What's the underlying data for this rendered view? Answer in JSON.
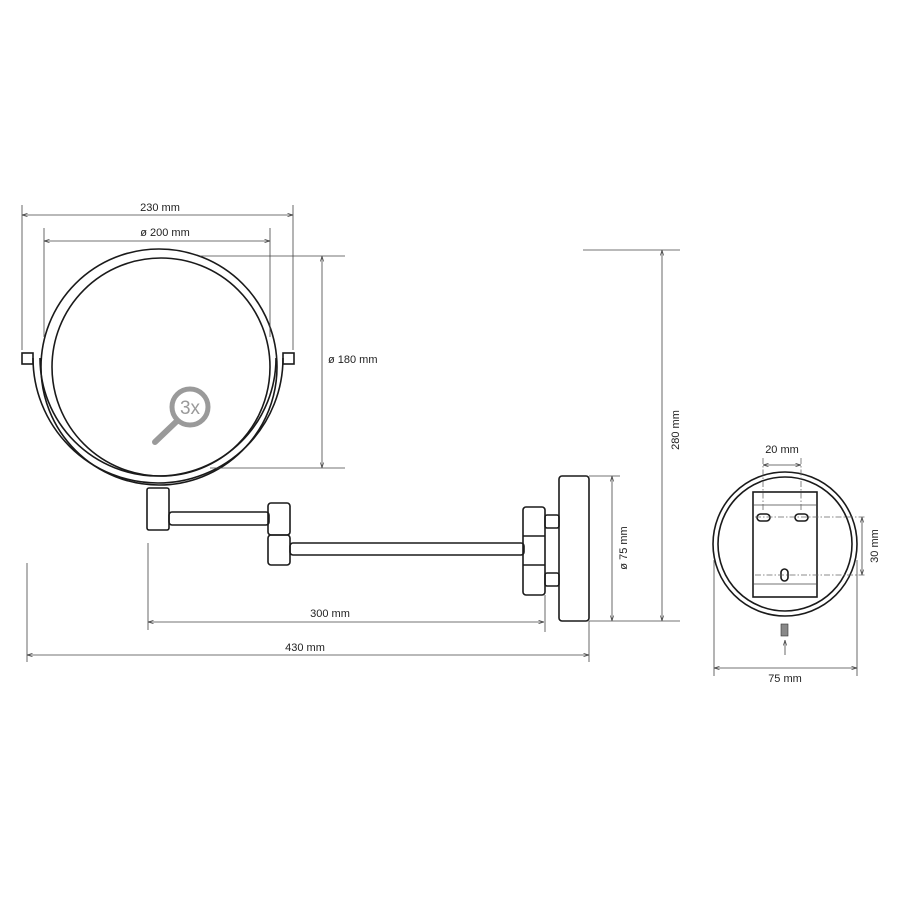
{
  "dimensions": {
    "mirror_width": "230 mm",
    "mirror_diameter": "ø 200 mm",
    "mirror_height": "ø 180 mm",
    "total_height": "280 mm",
    "base_diameter_side": "ø 75 mm",
    "arm_length": "300 mm",
    "total_length": "430 mm",
    "hole_spacing_horizontal": "20 mm",
    "hole_spacing_vertical": "30 mm",
    "base_diameter_back": "75 mm"
  },
  "badge": {
    "magnification": "3x",
    "icon": "magnifier-icon",
    "color": "#9a9a9a"
  }
}
